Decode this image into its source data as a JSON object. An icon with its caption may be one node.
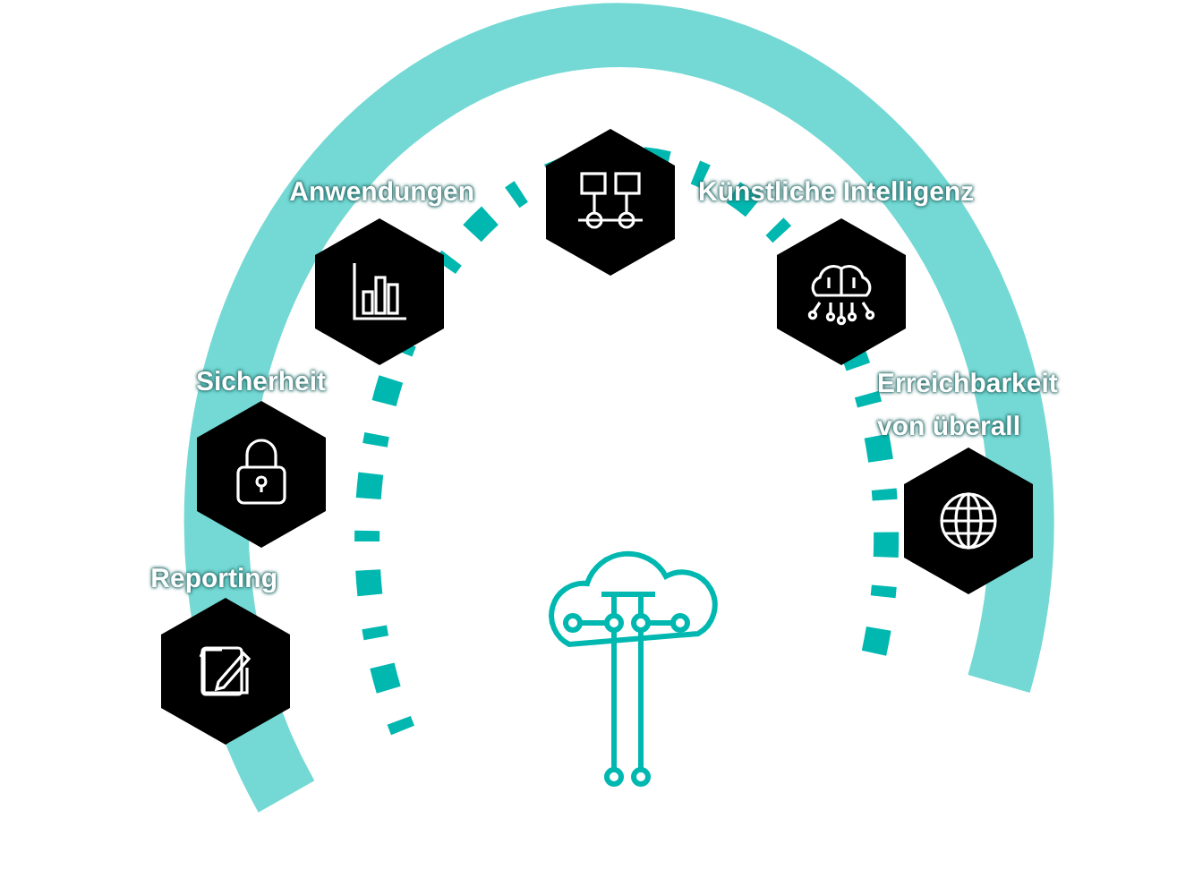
{
  "diagram": {
    "nodes": [
      {
        "text": [],
        "shape": "hexagon",
        "beside": [
          "Reporting"
        ]
      },
      {
        "text": [],
        "shape": "hexagon",
        "beside": [
          "Sicherheit"
        ]
      },
      {
        "text": [],
        "shape": "hexagon",
        "beside": [
          "Anwendungen"
        ]
      },
      {
        "text": [],
        "shape": "hexagon"
      },
      {
        "text": [],
        "shape": "hexagon",
        "beside": [
          "Künstliche Intelligenz"
        ]
      },
      {
        "text": [],
        "shape": "hexagon",
        "beside": [
          "Erreichbarkeit von überall"
        ]
      }
    ]
  }
}
